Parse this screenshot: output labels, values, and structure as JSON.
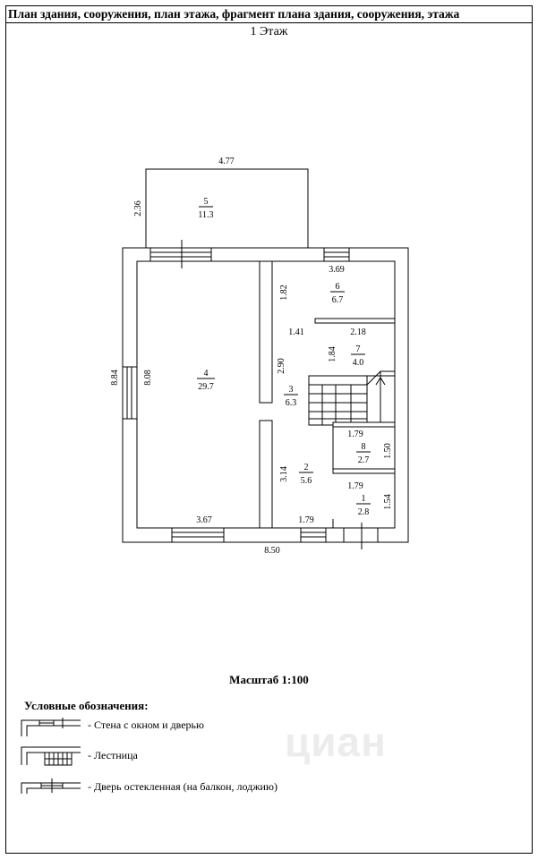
{
  "header": {
    "title": "План здания, сооружения, план этажа, фрагмент плана здания, сооружения, этажа"
  },
  "floor_title": "1 Этаж",
  "rooms": [
    {
      "number": "5",
      "area": "11.3"
    },
    {
      "number": "6",
      "area": "6.7"
    },
    {
      "number": "4",
      "area": "29.7"
    },
    {
      "number": "7",
      "area": "4.0"
    },
    {
      "number": "3",
      "area": "6.3"
    },
    {
      "number": "8",
      "area": "2.7"
    },
    {
      "number": "2",
      "area": "5.6"
    },
    {
      "number": "1",
      "area": "2.8"
    }
  ],
  "dimensions": {
    "balcony_width": "4.77",
    "balcony_depth": "2.36",
    "room6_width": "3.69",
    "room6_height": "1.82",
    "room7_width": "2.18",
    "room7_height": "1.84",
    "opening": "1.41",
    "partition_height": "2.90",
    "outer_height": "8.84",
    "inner_height": "8.08",
    "room8_width": "1.79",
    "room8_height": "1.50",
    "room2_height": "3.14",
    "room1_width": "1.79",
    "room1_height": "1.54",
    "room4_width": "3.67",
    "room2_width": "1.79",
    "total_width": "8.50"
  },
  "scale": "Масштаб 1:100",
  "legend": {
    "title": "Условные обозначения:",
    "items": [
      {
        "icon": "wall-window-door-icon",
        "label": "- Стена с окном и дверью"
      },
      {
        "icon": "stairs-icon",
        "label": "- Лестница"
      },
      {
        "icon": "glazed-door-icon",
        "label": "- Дверь остекленная (на балкон, лоджию)"
      }
    ]
  },
  "watermark": "циан"
}
